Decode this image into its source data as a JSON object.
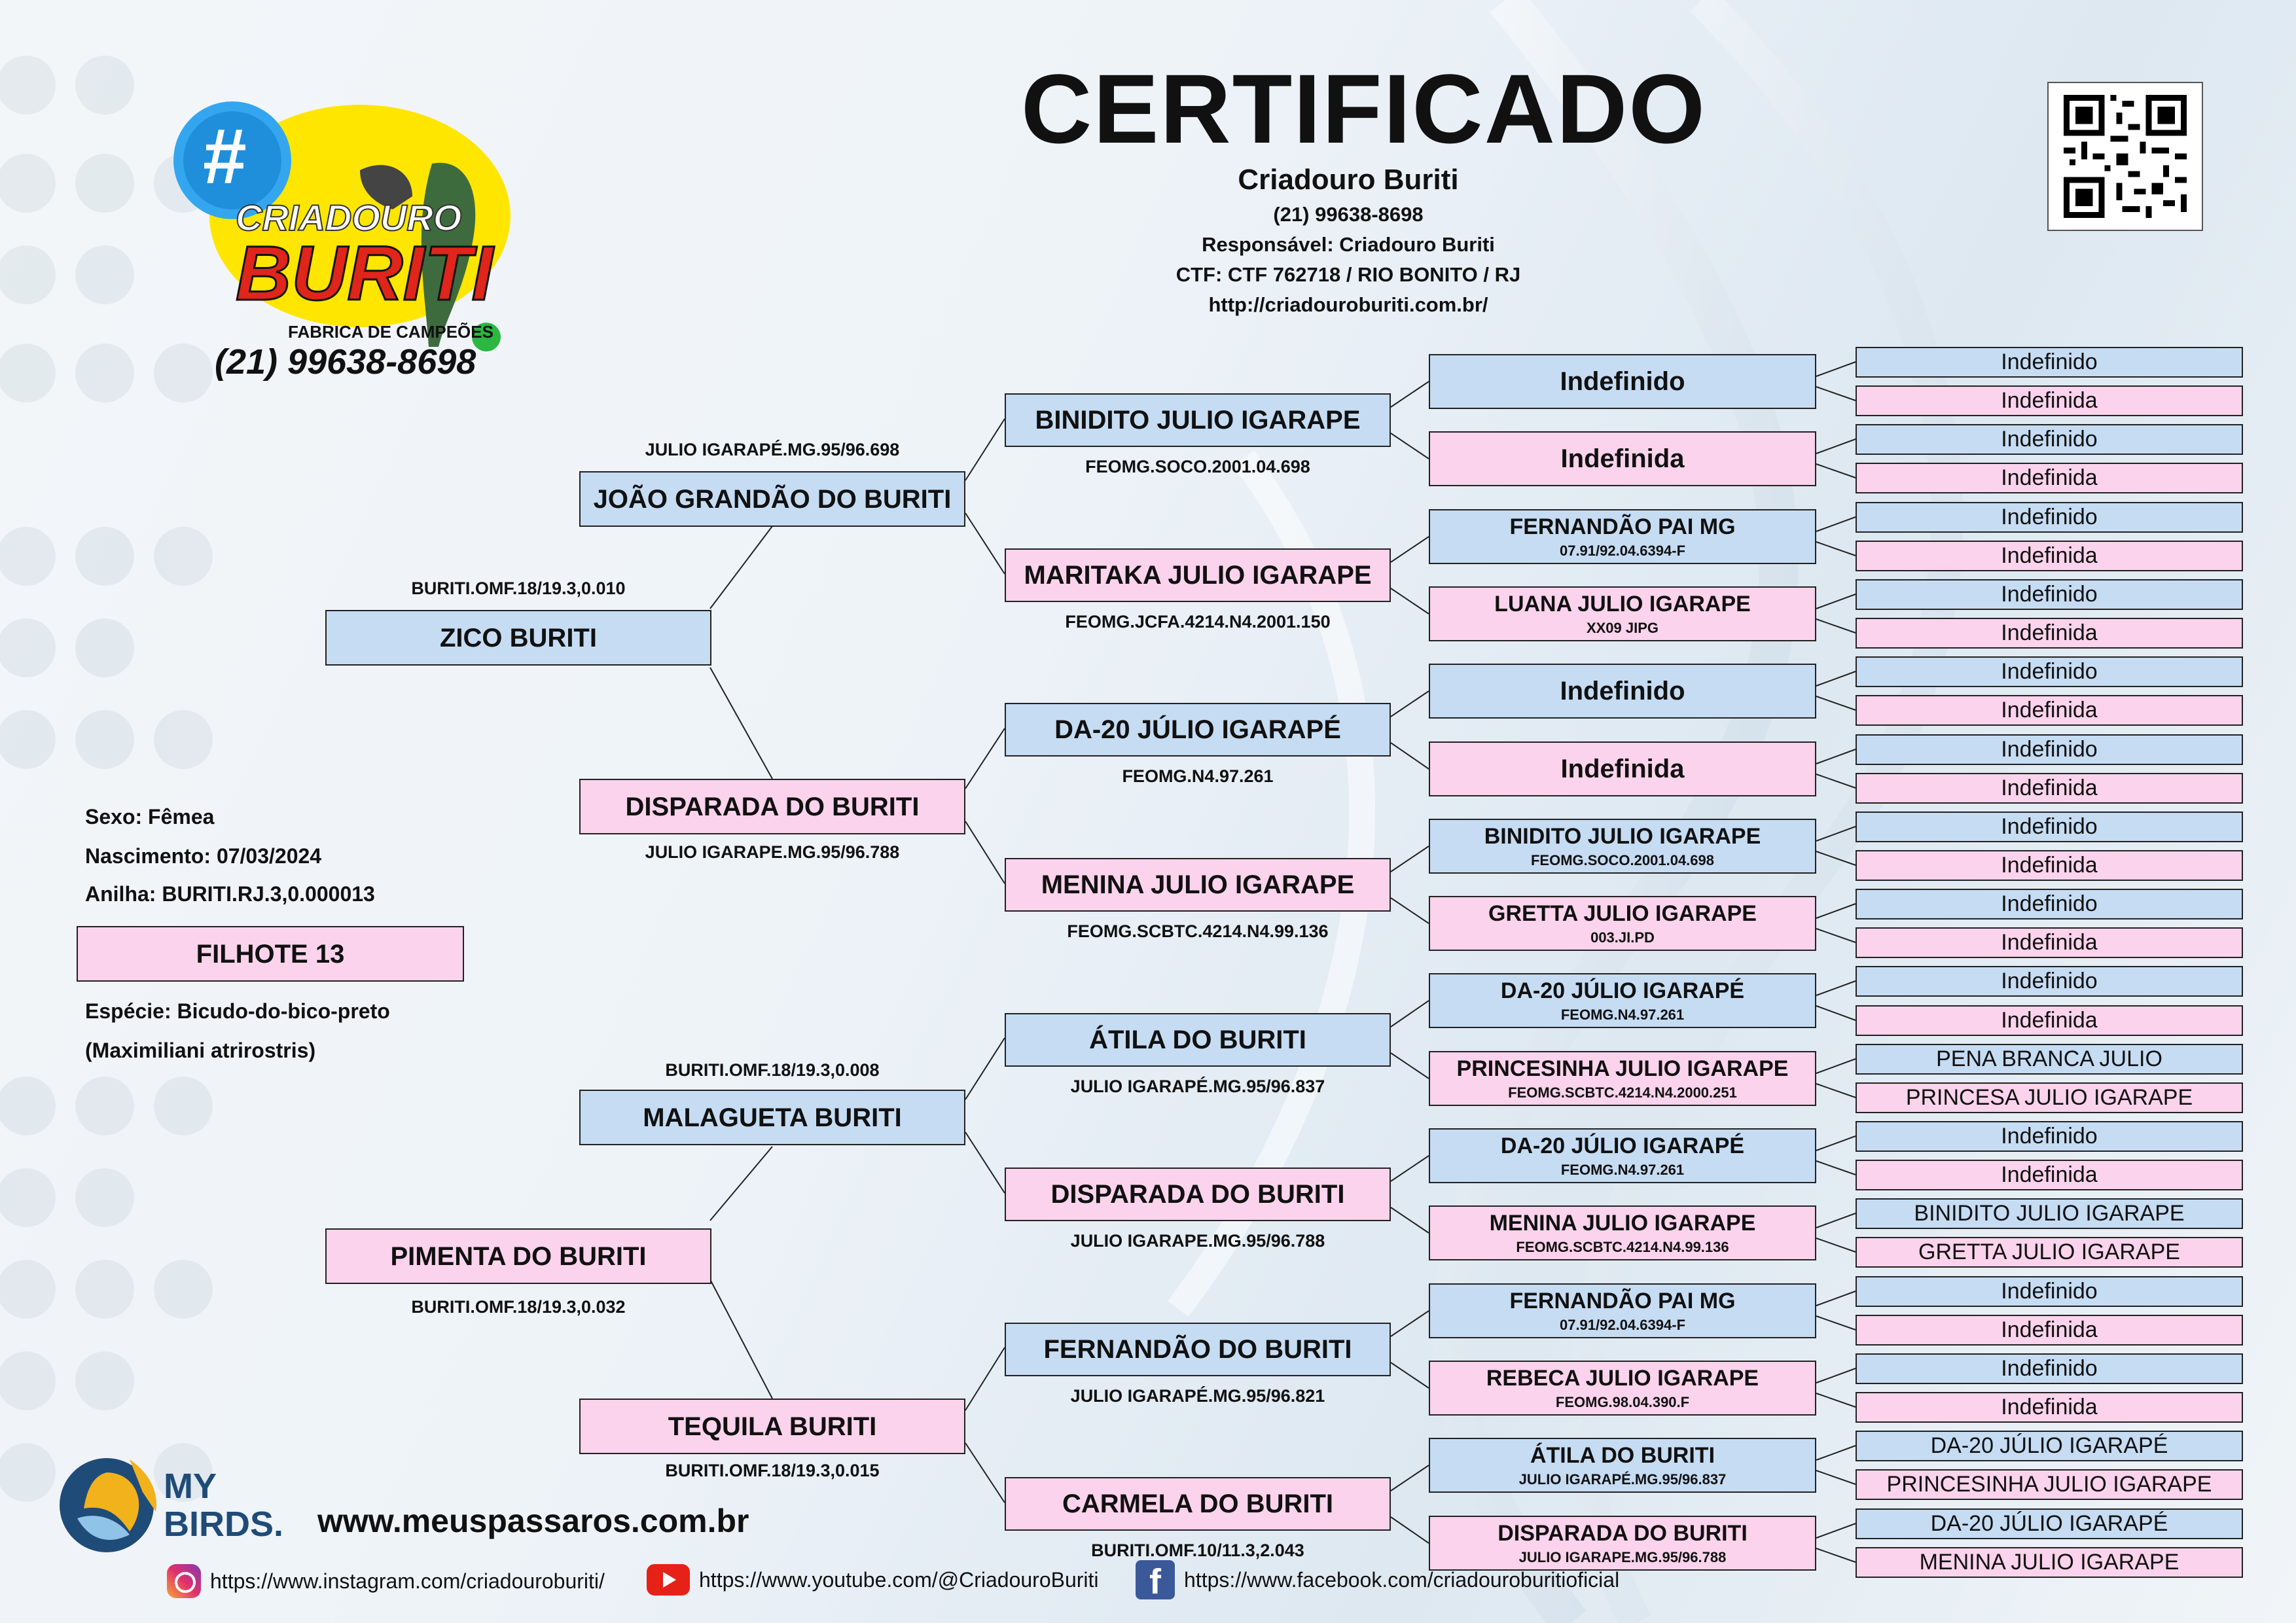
{
  "header": {
    "title": "CERTIFICADO",
    "breeder": "Criadouro Buriti",
    "phone": "(21) 99638-8698",
    "responsible": "Responsável: Criadouro Buriti",
    "ctf": "CTF: CTF 762718 / RIO BONITO / RJ",
    "website": "http://criadouroburiti.com.br/"
  },
  "logo": {
    "hash": "#",
    "line1": "CRIADOURO",
    "line2": "BURITI",
    "tagline": "FABRICA DE CAMPEÕES",
    "phone": "(21) 99638-8698"
  },
  "bird": {
    "sex": "Sexo: Fêmea",
    "birth": "Nascimento: 07/03/2024",
    "ring": "Anilha: BURITI.RJ.3,0.000013",
    "name": "FILHOTE 13",
    "species": "Espécie: Bicudo-do-bico-preto",
    "scientific": "(Maximiliani atrirostris)"
  },
  "gen1": {
    "father": {
      "name": "ZICO BURITI",
      "reg": "BURITI.OMF.18/19.3,0.010"
    },
    "mother": {
      "name": "PIMENTA DO BURITI",
      "reg": "BURITI.OMF.18/19.3,0.032"
    }
  },
  "gen2": [
    {
      "name": "JOÃO GRANDÃO DO BURITI",
      "reg": "JULIO IGARAPÉ.MG.95/96.698"
    },
    {
      "name": "DISPARADA DO BURITI",
      "reg": "JULIO IGARAPE.MG.95/96.788"
    },
    {
      "name": "MALAGUETA BURITI",
      "reg": "BURITI.OMF.18/19.3,0.008"
    },
    {
      "name": "TEQUILA BURITI",
      "reg": "BURITI.OMF.18/19.3,0.015"
    }
  ],
  "gen3": [
    {
      "name": "BINIDITO JULIO IGARAPE",
      "reg": "FEOMG.SOCO.2001.04.698"
    },
    {
      "name": "MARITAKA JULIO IGARAPE",
      "reg": "FEOMG.JCFA.4214.N4.2001.150"
    },
    {
      "name": "DA-20 JÚLIO IGARAPÉ",
      "reg": "FEOMG.N4.97.261"
    },
    {
      "name": "MENINA JULIO IGARAPE",
      "reg": "FEOMG.SCBTC.4214.N4.99.136"
    },
    {
      "name": "ÁTILA DO BURITI",
      "reg": "JULIO IGARAPÉ.MG.95/96.837"
    },
    {
      "name": "DISPARADA DO BURITI",
      "reg": "JULIO IGARAPE.MG.95/96.788"
    },
    {
      "name": "FERNANDÃO DO BURITI",
      "reg": "JULIO IGARAPÉ.MG.95/96.821"
    },
    {
      "name": "CARMELA DO BURITI",
      "reg": "BURITI.OMF.10/11.3,2.043"
    }
  ],
  "gen4": [
    {
      "name": "Indefinido",
      "reg": ""
    },
    {
      "name": "Indefinida",
      "reg": ""
    },
    {
      "name": "FERNANDÃO PAI MG",
      "reg": "07.91/92.04.6394-F"
    },
    {
      "name": "LUANA JULIO IGARAPE",
      "reg": "XX09 JIPG"
    },
    {
      "name": "Indefinido",
      "reg": ""
    },
    {
      "name": "Indefinida",
      "reg": ""
    },
    {
      "name": "BINIDITO JULIO IGARAPE",
      "reg": "FEOMG.SOCO.2001.04.698"
    },
    {
      "name": "GRETTA JULIO IGARAPE",
      "reg": "003.JI.PD"
    },
    {
      "name": "DA-20 JÚLIO IGARAPÉ",
      "reg": "FEOMG.N4.97.261"
    },
    {
      "name": "PRINCESINHA JULIO IGARAPE",
      "reg": "FEOMG.SCBTC.4214.N4.2000.251"
    },
    {
      "name": "DA-20 JÚLIO IGARAPÉ",
      "reg": "FEOMG.N4.97.261"
    },
    {
      "name": "MENINA JULIO IGARAPE",
      "reg": "FEOMG.SCBTC.4214.N4.99.136"
    },
    {
      "name": "FERNANDÃO PAI MG",
      "reg": "07.91/92.04.6394-F"
    },
    {
      "name": "REBECA JULIO IGARAPE",
      "reg": "FEOMG.98.04.390.F"
    },
    {
      "name": "ÁTILA DO BURITI",
      "reg": "JULIO IGARAPÉ.MG.95/96.837"
    },
    {
      "name": "DISPARADA DO BURITI",
      "reg": "JULIO IGARAPE.MG.95/96.788"
    }
  ],
  "gen5": [
    "Indefinido",
    "Indefinida",
    "Indefinido",
    "Indefinida",
    "Indefinido",
    "Indefinida",
    "Indefinido",
    "Indefinida",
    "Indefinido",
    "Indefinida",
    "Indefinido",
    "Indefinida",
    "Indefinido",
    "Indefinida",
    "Indefinido",
    "Indefinida",
    "Indefinido",
    "Indefinida",
    "PENA BRANCA JULIO",
    "PRINCESA JULIO IGARAPE",
    "Indefinido",
    "Indefinida",
    "BINIDITO JULIO IGARAPE",
    "GRETTA JULIO IGARAPE",
    "Indefinido",
    "Indefinida",
    "Indefinido",
    "Indefinida",
    "DA-20 JÚLIO IGARAPÉ",
    "PRINCESINHA JULIO IGARAPE",
    "DA-20 JÚLIO IGARAPÉ",
    "MENINA JULIO IGARAPE"
  ],
  "footer": {
    "brand1": "MY",
    "brand2": "BIRDS.",
    "website": "www.meuspassaros.com.br",
    "instagram": "https://www.instagram.com/criadouroburiti/",
    "youtube": "https://www.youtube.com/@CriadouroBuriti",
    "facebook": "https://www.facebook.com/criadouroburitioficial"
  },
  "colors": {
    "male": "#c5dcf3",
    "female": "#fbd3ec",
    "accent_logo_red": "#e0251b",
    "accent_logo_yellow": "#ffe600"
  }
}
